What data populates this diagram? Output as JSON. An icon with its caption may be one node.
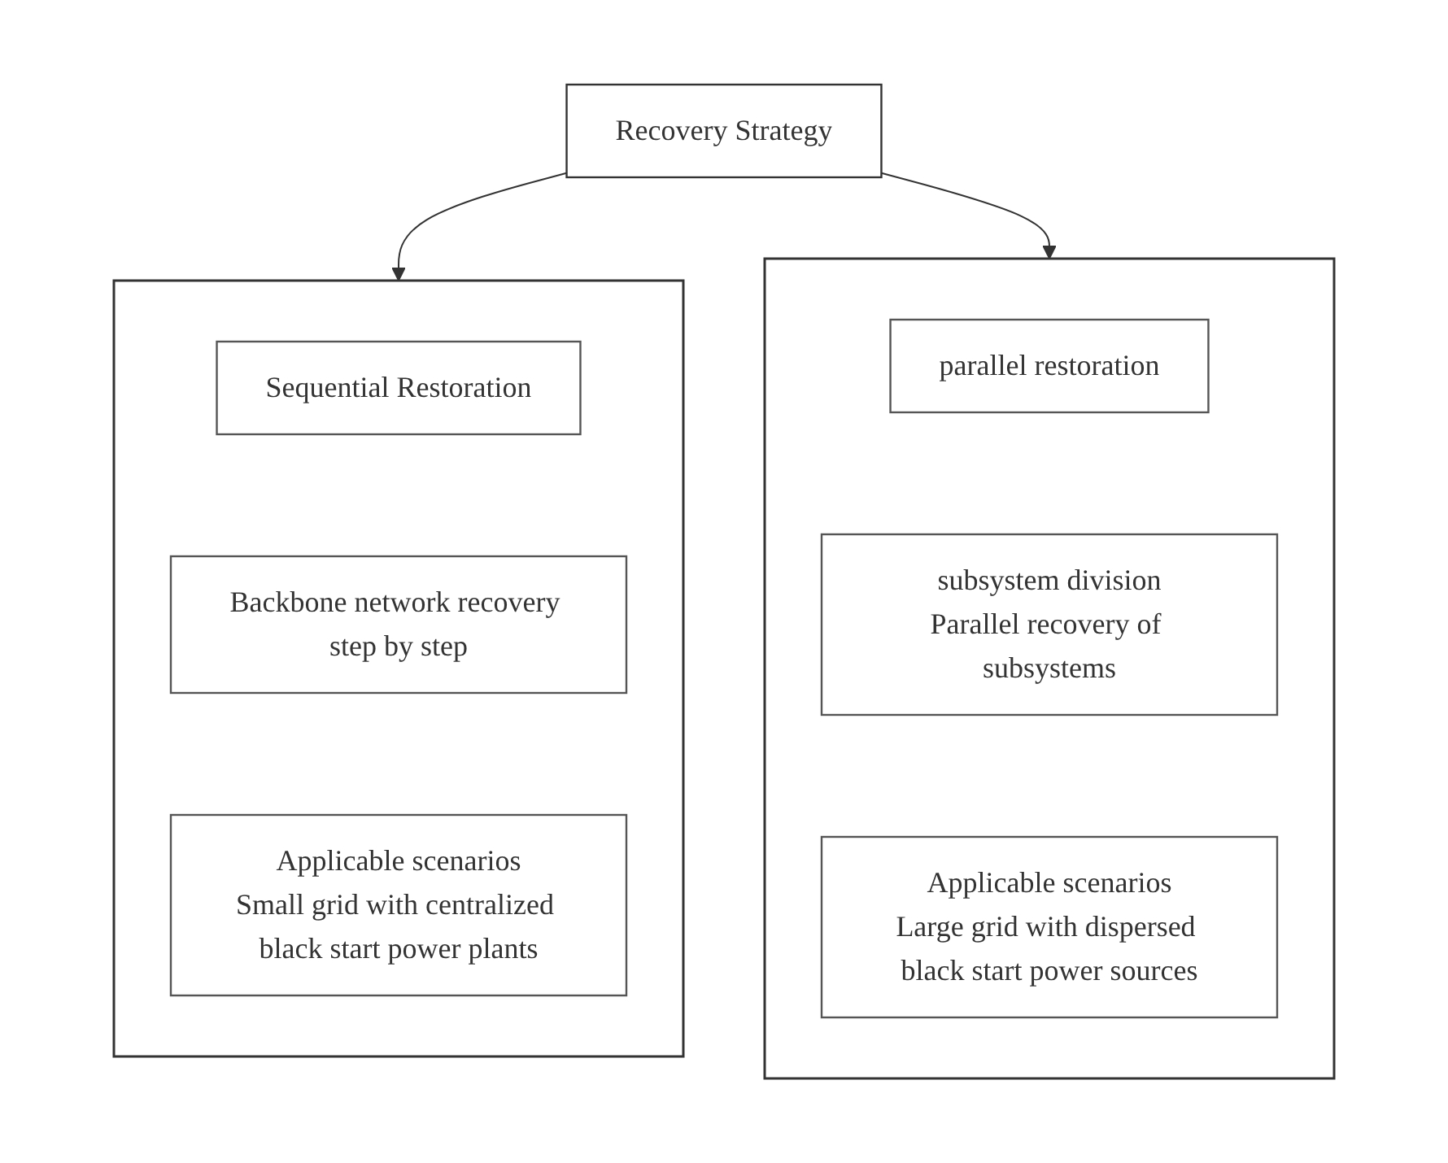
{
  "diagram": {
    "nodes": [
      {
        "text": [
          "Recovery Strategy"
        ]
      },
      {
        "text": [],
        "shape": "box"
      },
      {
        "text": [
          "Sequential Restoration"
        ],
        "in": 1
      },
      {
        "text": [
          "Backbone network recovery step by step"
        ],
        "in": 1
      },
      {
        "text": [
          "Applicable scenarios",
          "Small grid with centralized black start power plants"
        ],
        "in": 1
      },
      {
        "text": [],
        "shape": "box"
      },
      {
        "text": [
          "parallel restoration"
        ],
        "in": 5
      },
      {
        "text": [
          "subsystem division",
          "Parallel recovery of subsystems"
        ],
        "in": 5
      },
      {
        "text": [
          "Applicable scenarios",
          "Large grid with dispersed black start power sources"
        ],
        "in": 5
      }
    ],
    "edges": [
      {
        "from": 0,
        "to": 1,
        "arrow": "to"
      },
      {
        "from": 0,
        "to": 5,
        "arrow": "to"
      }
    ]
  }
}
